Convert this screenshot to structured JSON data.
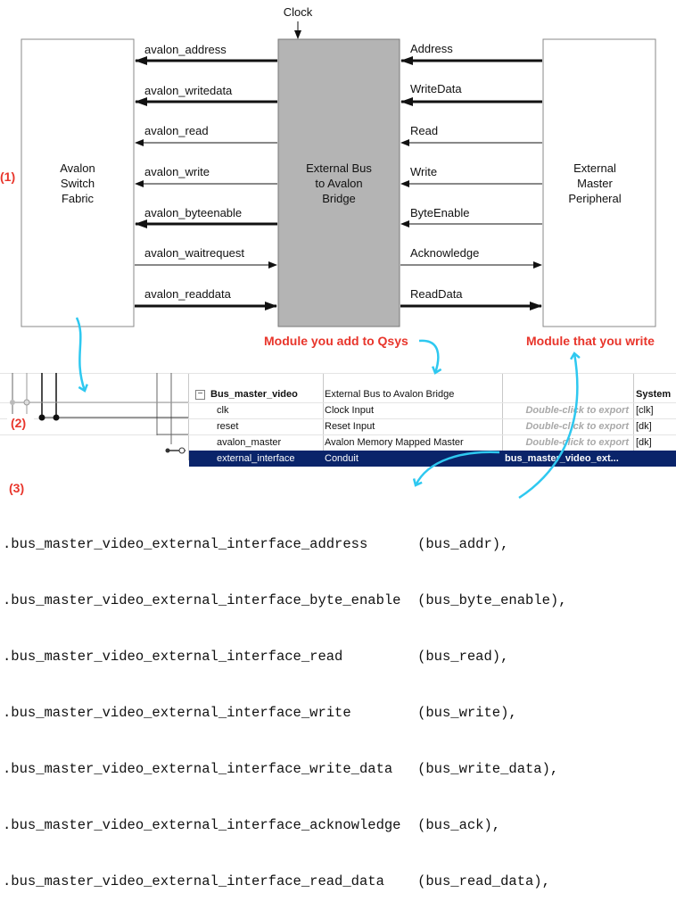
{
  "clock_label": "Clock",
  "blocks": {
    "left": [
      "Avalon",
      "Switch",
      "Fabric"
    ],
    "middle": [
      "External Bus",
      "to Avalon",
      "Bridge"
    ],
    "right": [
      "External",
      "Master",
      "Peripheral"
    ]
  },
  "left_signals": [
    "avalon_address",
    "avalon_writedata",
    "avalon_read",
    "avalon_write",
    "avalon_byteenable",
    "avalon_waitrequest",
    "avalon_readdata"
  ],
  "right_signals": [
    "Address",
    "WriteData",
    "Read",
    "Write",
    "ByteEnable",
    "Acknowledge",
    "ReadData"
  ],
  "annotations": {
    "n1": "(1)",
    "n2": "(2)",
    "n3": "(3)",
    "module_add": "Module you add to Qsys",
    "module_write": "Module that you write"
  },
  "colors": {
    "annotation_red": "#e8352b",
    "arrow_cyan": "#2ec8f0",
    "bridge_gray": "#b4b4b4",
    "selection_blue": "#0a246a"
  },
  "qsys_table": {
    "rows": [
      {
        "name": "Bus_master_video",
        "desc": "External Bus to Avalon Bridge",
        "export": "",
        "clock": "System"
      },
      {
        "name": "clk",
        "desc": "Clock Input",
        "export": "Double-click to export",
        "clock": "[clk]"
      },
      {
        "name": "reset",
        "desc": "Reset Input",
        "export": "Double-click to export",
        "clock": "[dk]"
      },
      {
        "name": "avalon_master",
        "desc": "Avalon Memory Mapped Master",
        "export": "Double-click to export",
        "clock": "[dk]"
      },
      {
        "name": "external_interface",
        "desc": "Conduit",
        "export": "bus_master_video_ext...",
        "clock": ""
      }
    ]
  },
  "code_lines": [
    ".bus_master_video_external_interface_address      (bus_addr),",
    ".bus_master_video_external_interface_byte_enable  (bus_byte_enable),",
    ".bus_master_video_external_interface_read         (bus_read),",
    ".bus_master_video_external_interface_write        (bus_write),",
    ".bus_master_video_external_interface_write_data   (bus_write_data),",
    ".bus_master_video_external_interface_acknowledge  (bus_ack),",
    ".bus_master_video_external_interface_read_data    (bus_read_data),"
  ]
}
